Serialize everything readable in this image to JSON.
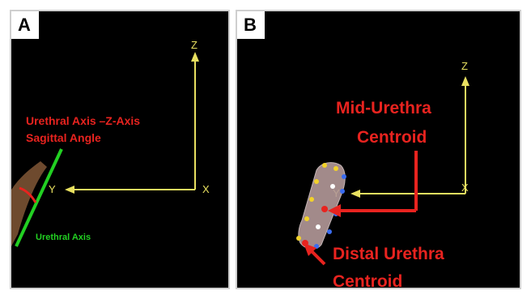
{
  "panel_a": {
    "label": "A",
    "angle_title_line1": "Urethral Axis –Z-Axis",
    "angle_title_line2": "Sagittal Angle",
    "urethral_axis_label": "Urethral Axis",
    "axis_z": "Z",
    "axis_x": "X",
    "axis_y": "Y"
  },
  "panel_b": {
    "label": "B",
    "mid_label_line1": "Mid-Urethra",
    "mid_label_line2": "Centroid",
    "distal_label_line1": "Distal Urethra",
    "distal_label_line2": "Centroid",
    "axis_z": "Z",
    "axis_x": "X",
    "axis_y": "Y"
  },
  "colors": {
    "axes": "#e8e060",
    "annotation_red": "#e8231f",
    "urethral_axis_green": "#22d022",
    "background": "#000000"
  }
}
